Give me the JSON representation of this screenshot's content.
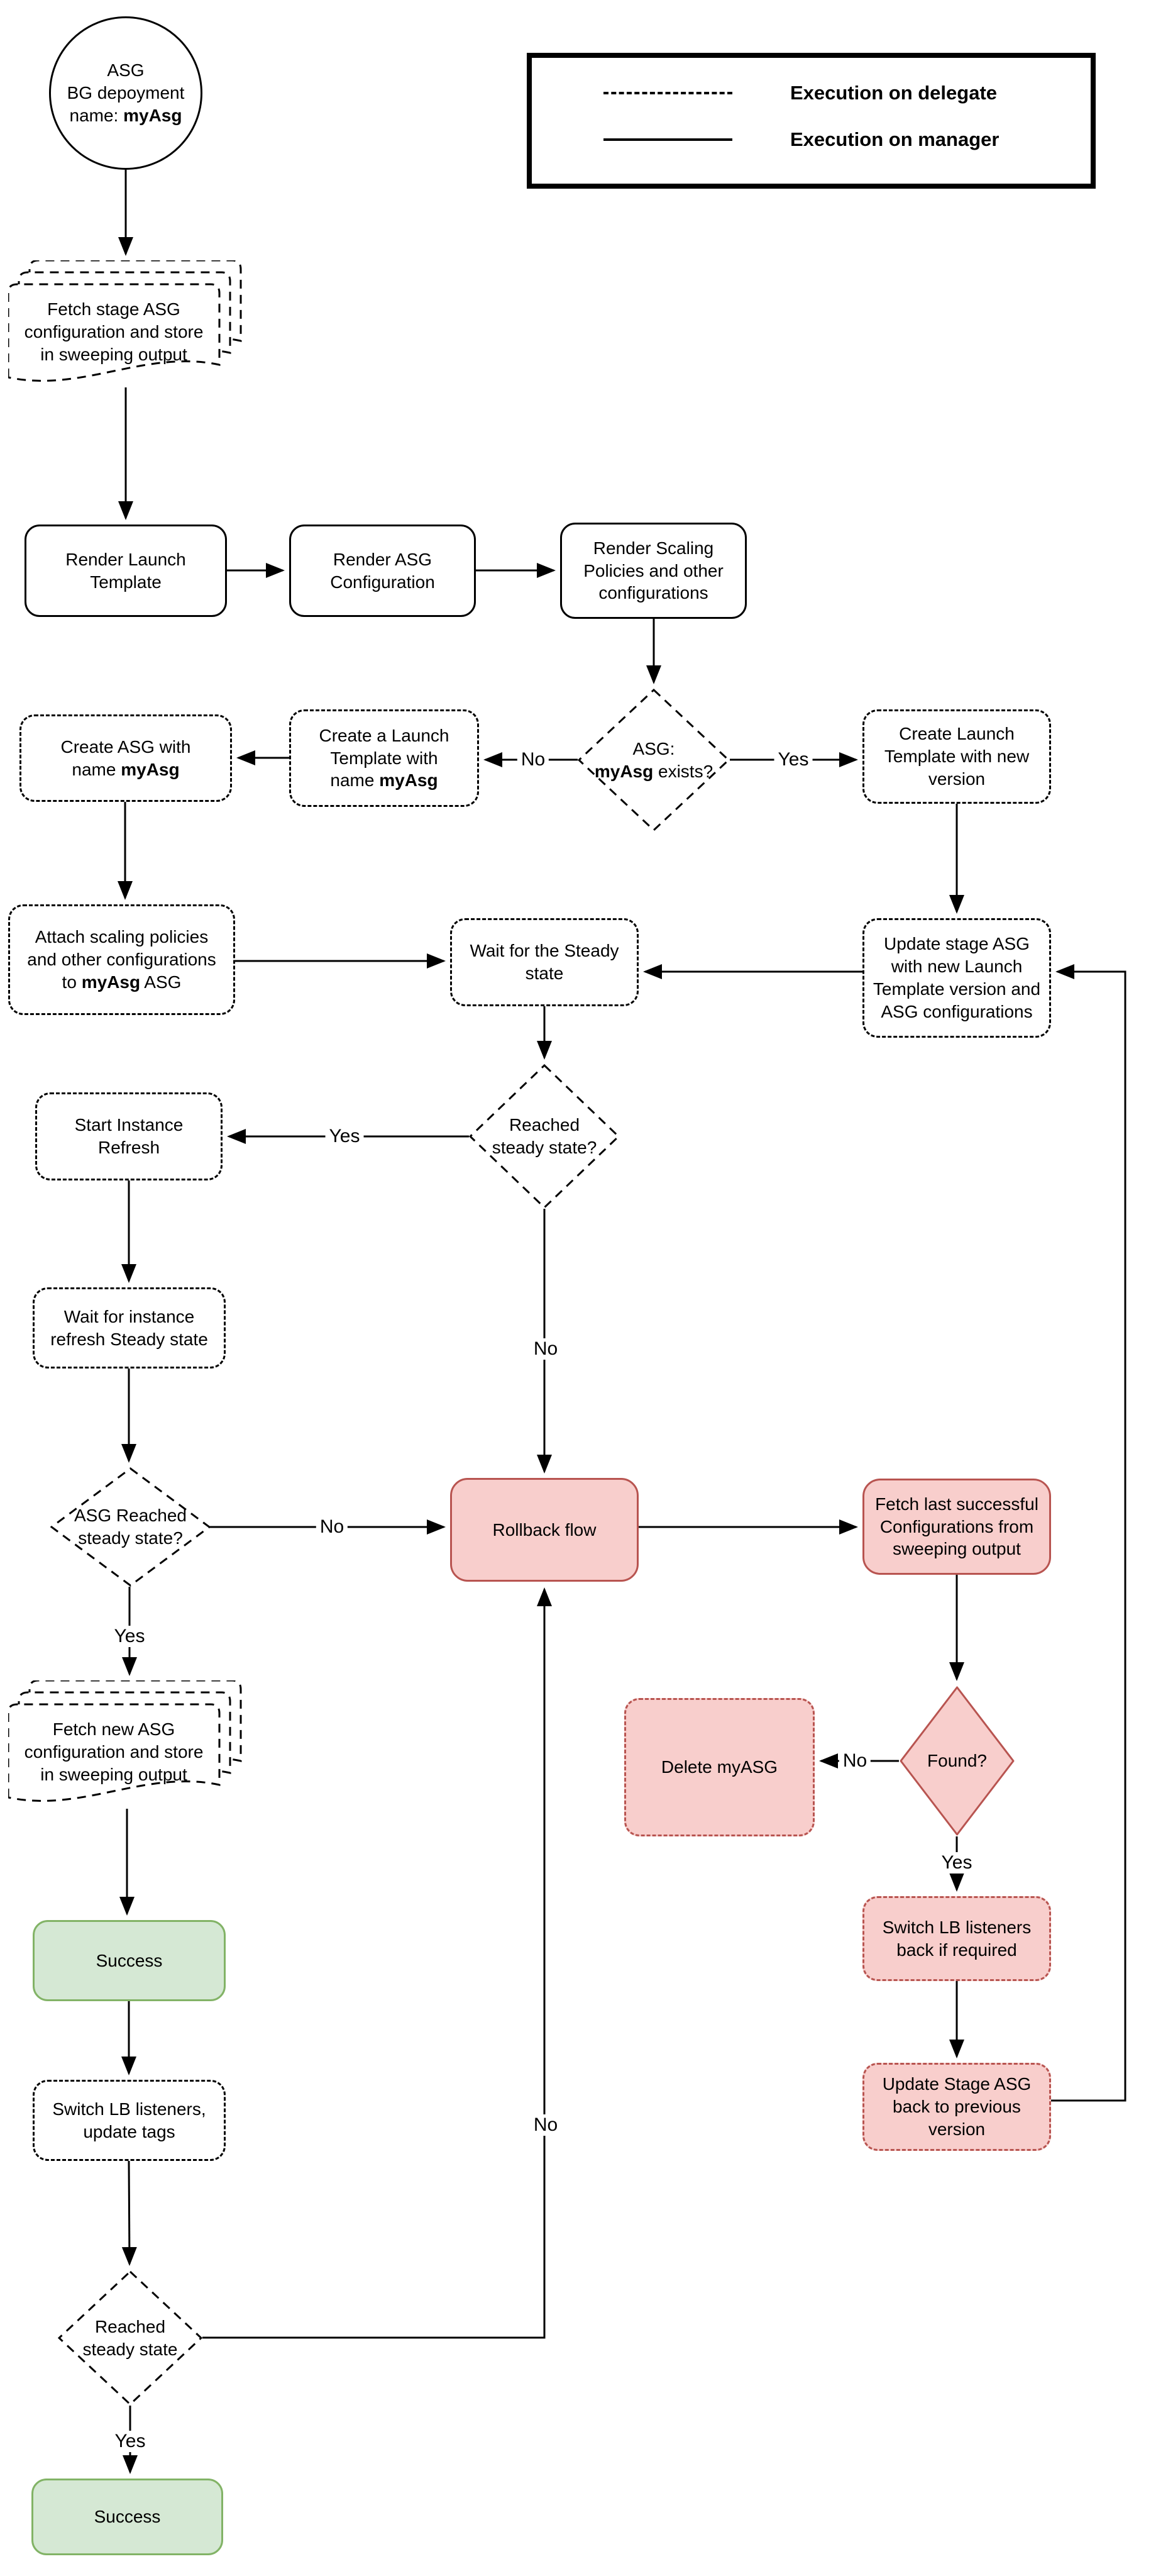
{
  "colors": {
    "black": "#000000",
    "red_fill": "#f8cecc",
    "red_stroke": "#b85450",
    "green_fill": "#d5e8d4",
    "green_stroke": "#82b366",
    "background": "#ffffff"
  },
  "legend": {
    "delegate_label": "Execution on delegate",
    "manager_label": "Execution on manager"
  },
  "nodes": {
    "start": {
      "lines": [
        [
          {
            "t": "ASG"
          }
        ],
        [
          {
            "t": "BG depoyment"
          }
        ],
        [
          {
            "t": "name: "
          },
          {
            "t": "myAsg",
            "b": true
          }
        ]
      ]
    },
    "fetch_stage": {
      "lines": [
        [
          {
            "t": "Fetch stage ASG"
          }
        ],
        [
          {
            "t": "configuration and store"
          }
        ],
        [
          {
            "t": "in sweeping output"
          }
        ]
      ]
    },
    "render_launch": {
      "lines": [
        [
          {
            "t": "Render Launch"
          }
        ],
        [
          {
            "t": "Template"
          }
        ]
      ]
    },
    "render_asg": {
      "lines": [
        [
          {
            "t": "Render ASG"
          }
        ],
        [
          {
            "t": "Configuration"
          }
        ]
      ]
    },
    "render_scaling": {
      "lines": [
        [
          {
            "t": "Render Scaling"
          }
        ],
        [
          {
            "t": "Policies and other"
          }
        ],
        [
          {
            "t": "configurations"
          }
        ]
      ]
    },
    "asg_exists": {
      "lines": [
        [
          {
            "t": "ASG:"
          }
        ],
        [
          {
            "t": "myAsg",
            "b": true
          },
          {
            "t": " exists?"
          }
        ]
      ]
    },
    "create_lt_new": {
      "lines": [
        [
          {
            "t": "Create Launch"
          }
        ],
        [
          {
            "t": "Template with new"
          }
        ],
        [
          {
            "t": "version"
          }
        ]
      ]
    },
    "create_lt_named": {
      "lines": [
        [
          {
            "t": "Create a Launch"
          }
        ],
        [
          {
            "t": "Template with"
          }
        ],
        [
          {
            "t": "name "
          },
          {
            "t": "myAsg",
            "b": true
          }
        ]
      ]
    },
    "create_asg": {
      "lines": [
        [
          {
            "t": "Create ASG with"
          }
        ],
        [
          {
            "t": "name "
          },
          {
            "t": "myAsg",
            "b": true
          }
        ]
      ]
    },
    "attach_policies": {
      "lines": [
        [
          {
            "t": "Attach scaling policies"
          }
        ],
        [
          {
            "t": "and other configurations"
          }
        ],
        [
          {
            "t": "to "
          },
          {
            "t": "myAsg",
            "b": true
          },
          {
            "t": " ASG"
          }
        ]
      ]
    },
    "wait_steady": {
      "lines": [
        [
          {
            "t": "Wait for the Steady"
          }
        ],
        [
          {
            "t": "state"
          }
        ]
      ]
    },
    "update_stage": {
      "lines": [
        [
          {
            "t": "Update stage ASG"
          }
        ],
        [
          {
            "t": "with new Launch"
          }
        ],
        [
          {
            "t": "Template version and"
          }
        ],
        [
          {
            "t": "ASG configurations"
          }
        ]
      ]
    },
    "reached_q": {
      "lines": [
        [
          {
            "t": "Reached"
          }
        ],
        [
          {
            "t": "steady state?"
          }
        ]
      ]
    },
    "start_refresh": {
      "lines": [
        [
          {
            "t": "Start Instance"
          }
        ],
        [
          {
            "t": "Refresh"
          }
        ]
      ]
    },
    "wait_refresh": {
      "lines": [
        [
          {
            "t": "Wait for instance"
          }
        ],
        [
          {
            "t": "refresh Steady state"
          }
        ]
      ]
    },
    "asg_reached_q": {
      "lines": [
        [
          {
            "t": "ASG Reached"
          }
        ],
        [
          {
            "t": "steady state?"
          }
        ]
      ]
    },
    "rollback": {
      "lines": [
        [
          {
            "t": "Rollback flow"
          }
        ]
      ]
    },
    "fetch_last": {
      "lines": [
        [
          {
            "t": "Fetch last successful"
          }
        ],
        [
          {
            "t": "Configurations from"
          }
        ],
        [
          {
            "t": "sweeping output"
          }
        ]
      ]
    },
    "found_q": {
      "lines": [
        [
          {
            "t": "Found?"
          }
        ]
      ]
    },
    "delete_asg": {
      "lines": [
        [
          {
            "t": "Delete myASG"
          }
        ]
      ]
    },
    "switch_back": {
      "lines": [
        [
          {
            "t": "Switch LB listeners"
          }
        ],
        [
          {
            "t": "back if required"
          }
        ]
      ]
    },
    "update_back": {
      "lines": [
        [
          {
            "t": "Update Stage ASG"
          }
        ],
        [
          {
            "t": "back to previous"
          }
        ],
        [
          {
            "t": "version"
          }
        ]
      ]
    },
    "fetch_new": {
      "lines": [
        [
          {
            "t": "Fetch new ASG"
          }
        ],
        [
          {
            "t": "configuration and store"
          }
        ],
        [
          {
            "t": "in sweeping output"
          }
        ]
      ]
    },
    "success_1": {
      "lines": [
        [
          {
            "t": "Success"
          }
        ]
      ]
    },
    "switch_lb": {
      "lines": [
        [
          {
            "t": "Switch LB listeners,"
          }
        ],
        [
          {
            "t": "update tags"
          }
        ]
      ]
    },
    "reached_2": {
      "lines": [
        [
          {
            "t": "Reached"
          }
        ],
        [
          {
            "t": "steady state"
          }
        ]
      ]
    },
    "success_2": {
      "lines": [
        [
          {
            "t": "Success"
          }
        ]
      ]
    }
  },
  "edge_labels": {
    "no_asg_exists": "No",
    "yes_asg_exists": "Yes",
    "yes_reached": "Yes",
    "no_reached": "No",
    "no_asg_reached": "No",
    "yes_asg_reached": "Yes",
    "no_found": "No",
    "yes_found": "Yes",
    "yes_reached_2": "Yes",
    "no_reached_2": "No"
  }
}
